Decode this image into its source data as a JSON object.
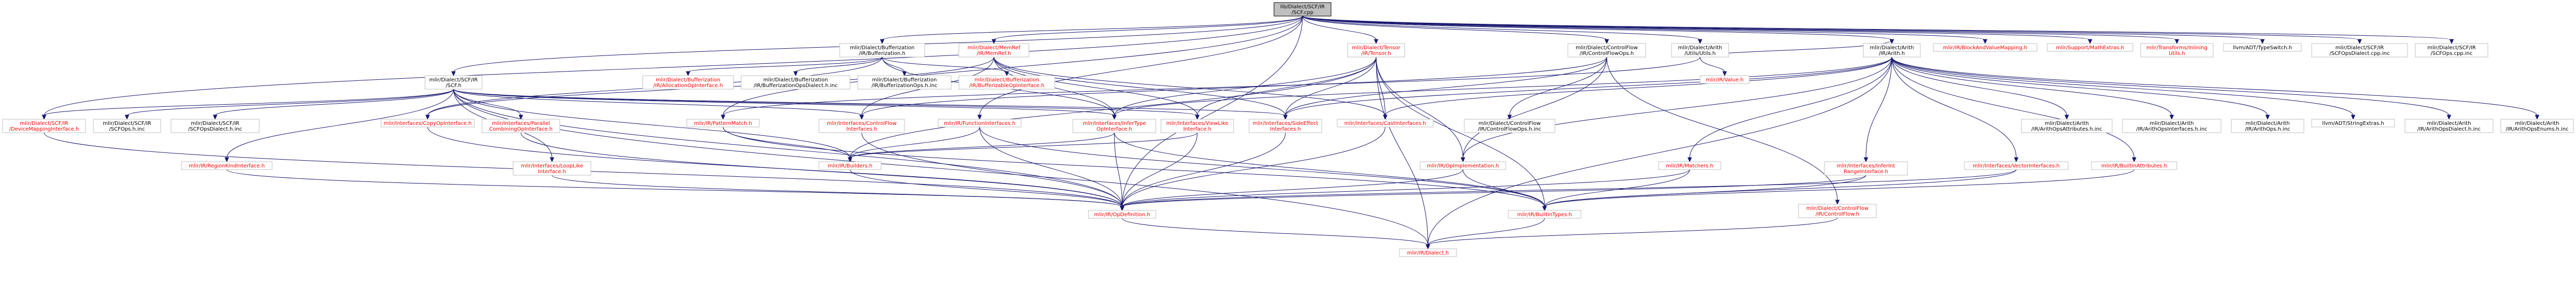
{
  "graph": {
    "title": "",
    "colors": {
      "root_fill": "#bfbfbf",
      "node_fill": "#ffffff",
      "node_stroke": "#bfbfbf",
      "linked_text": "#000000",
      "external_text": "#ff0000",
      "edge": "#191970"
    },
    "nodes": [
      {
        "id": "root",
        "label": [
          "lib/Dialect/SCF/IR",
          "/SCF.cpp"
        ],
        "kind": "root"
      },
      {
        "id": "buf",
        "label": [
          "mlir/Dialect/Bufferization",
          "/IR/Bufferization.h"
        ],
        "kind": "link"
      },
      {
        "id": "arith_utils",
        "label": [
          "mlir/Dialect/Arith",
          "/Utils/Utils.h"
        ],
        "kind": "link"
      },
      {
        "id": "memref",
        "label": [
          "mlir/Dialect/MemRef",
          "/IR/MemRef.h"
        ],
        "kind": "ext"
      },
      {
        "id": "tensor",
        "label": [
          "mlir/Dialect/Tensor",
          "/IR/Tensor.h"
        ],
        "kind": "ext"
      },
      {
        "id": "cf_ops",
        "label": [
          "mlir/Dialect/ControlFlow",
          "/IR/ControlFlowOps.h"
        ],
        "kind": "link"
      },
      {
        "id": "arith",
        "label": [
          "mlir/Dialect/Arith",
          "/IR/Arith.h"
        ],
        "kind": "link"
      },
      {
        "id": "scf",
        "label": [
          "mlir/Dialect/SCF/IR",
          "/SCF.h"
        ],
        "kind": "link"
      },
      {
        "id": "block_map",
        "label": [
          "mlir/IR/BlockAndValueMapping.h"
        ],
        "kind": "ext"
      },
      {
        "id": "math_extras",
        "label": [
          "mlir/Support/MathExtras.h"
        ],
        "kind": "ext"
      },
      {
        "id": "inlining",
        "label": [
          "mlir/Transforms/Inlining",
          "Utils.h"
        ],
        "kind": "ext"
      },
      {
        "id": "typeswitch",
        "label": [
          "llvm/ADT/TypeSwitch.h"
        ],
        "kind": "link"
      },
      {
        "id": "scf_dialect_inc",
        "label": [
          "mlir/Dialect/SCF/IR",
          "/SCFOpsDialect.cpp.inc"
        ],
        "kind": "link"
      },
      {
        "id": "scf_ops_cpp_inc",
        "label": [
          "mlir/Dialect/SCF/IR",
          "/SCFOps.cpp.inc"
        ],
        "kind": "link"
      },
      {
        "id": "device_map",
        "label": [
          "mlir/Dialect/SCF/IR",
          "/DeviceMappingInterface.h"
        ],
        "kind": "ext"
      },
      {
        "id": "scf_ops_h_inc",
        "label": [
          "mlir/Dialect/SCF/IR",
          "/SCFOps.h.inc"
        ],
        "kind": "link"
      },
      {
        "id": "scf_dialect_h_inc",
        "label": [
          "mlir/Dialect/SCF/IR",
          "/SCFOpsDialect.h.inc"
        ],
        "kind": "link"
      },
      {
        "id": "alloc_iface",
        "label": [
          "mlir/Dialect/Bufferization",
          "/IR/AllocationOpInterface.h"
        ],
        "kind": "ext"
      },
      {
        "id": "buf_ops_dialect_inc",
        "label": [
          "mlir/Dialect/Bufferization",
          "/IR/BufferizationOpsDialect.h.inc"
        ],
        "kind": "link"
      },
      {
        "id": "buf_ops_inc",
        "label": [
          "mlir/Dialect/Bufferization",
          "/IR/BufferizationOps.h.inc"
        ],
        "kind": "link"
      },
      {
        "id": "bufferizable",
        "label": [
          "mlir/Dialect/Bufferization",
          "/IR/BufferizableOpInterface.h"
        ],
        "kind": "ext"
      },
      {
        "id": "copy_iface",
        "label": [
          "mlir/Interfaces/CopyOpInterface.h"
        ],
        "kind": "ext"
      },
      {
        "id": "parallel_comb",
        "label": [
          "mlir/Interfaces/Parallel",
          "CombiningOpInterface.h"
        ],
        "kind": "ext"
      },
      {
        "id": "pattern_match",
        "label": [
          "mlir/IR/PatternMatch.h"
        ],
        "kind": "ext"
      },
      {
        "id": "cf_iface",
        "label": [
          "mlir/Interfaces/ControlFlow",
          "Interfaces.h"
        ],
        "kind": "ext"
      },
      {
        "id": "func_iface",
        "label": [
          "mlir/IR/FunctionInterfaces.h"
        ],
        "kind": "ext"
      },
      {
        "id": "infer_type",
        "label": [
          "mlir/Interfaces/InferType",
          "OpInterface.h"
        ],
        "kind": "ext"
      },
      {
        "id": "view_like",
        "label": [
          "mlir/Interfaces/ViewLike",
          "Interface.h"
        ],
        "kind": "ext"
      },
      {
        "id": "side_effect",
        "label": [
          "mlir/Interfaces/SideEffect",
          "Interfaces.h"
        ],
        "kind": "ext"
      },
      {
        "id": "cast_iface",
        "label": [
          "mlir/Interfaces/CastInterfaces.h"
        ],
        "kind": "ext"
      },
      {
        "id": "cf_ops_inc",
        "label": [
          "mlir/Dialect/ControlFlow",
          "/IR/ControlFlowOps.h.inc"
        ],
        "kind": "link"
      },
      {
        "id": "value",
        "label": [
          "mlir/IR/Value.h"
        ],
        "kind": "ext"
      },
      {
        "id": "arith_attr_inc",
        "label": [
          "mlir/Dialect/Arith",
          "/IR/ArithOpsAttributes.h.inc"
        ],
        "kind": "link"
      },
      {
        "id": "arith_iface_inc",
        "label": [
          "mlir/Dialect/Arith",
          "/IR/ArithOpsInterfaces.h.inc"
        ],
        "kind": "link"
      },
      {
        "id": "arith_ops_inc",
        "label": [
          "mlir/Dialect/Arith",
          "/IR/ArithOps.h.inc"
        ],
        "kind": "link"
      },
      {
        "id": "string_extras",
        "label": [
          "llvm/ADT/StringExtras.h"
        ],
        "kind": "link"
      },
      {
        "id": "arith_dialect_inc",
        "label": [
          "mlir/Dialect/Arith",
          "/IR/ArithOpsDialect.h.inc"
        ],
        "kind": "link"
      },
      {
        "id": "arith_enums_inc",
        "label": [
          "mlir/Dialect/Arith",
          "/IR/ArithOpsEnums.h.inc"
        ],
        "kind": "link"
      },
      {
        "id": "region_kind",
        "label": [
          "mlir/IR/RegionKindInterface.h"
        ],
        "kind": "ext"
      },
      {
        "id": "loop_like",
        "label": [
          "mlir/Interfaces/LoopLike",
          "Interface.h"
        ],
        "kind": "ext"
      },
      {
        "id": "builders",
        "label": [
          "mlir/IR/Builders.h"
        ],
        "kind": "ext"
      },
      {
        "id": "op_impl",
        "label": [
          "mlir/IR/OpImplementation.h"
        ],
        "kind": "ext"
      },
      {
        "id": "matchers",
        "label": [
          "mlir/IR/Matchers.h"
        ],
        "kind": "ext"
      },
      {
        "id": "infer_int",
        "label": [
          "mlir/Interfaces/InferInt",
          "RangeInterface.h"
        ],
        "kind": "ext"
      },
      {
        "id": "vector_iface",
        "label": [
          "mlir/Interfaces/VectorInterfaces.h"
        ],
        "kind": "ext"
      },
      {
        "id": "builtin_attrs",
        "label": [
          "mlir/IR/BuiltinAttributes.h"
        ],
        "kind": "ext"
      },
      {
        "id": "cf_dialect",
        "label": [
          "mlir/Dialect/ControlFlow",
          "/IR/ControlFlow.h"
        ],
        "kind": "ext"
      },
      {
        "id": "op_def",
        "label": [
          "mlir/IR/OpDefinition.h"
        ],
        "kind": "ext"
      },
      {
        "id": "builtin_types",
        "label": [
          "mlir/IR/BuiltinTypes.h"
        ],
        "kind": "ext"
      },
      {
        "id": "dialect",
        "label": [
          "mlir/IR/Dialect.h"
        ],
        "kind": "ext"
      }
    ]
  }
}
